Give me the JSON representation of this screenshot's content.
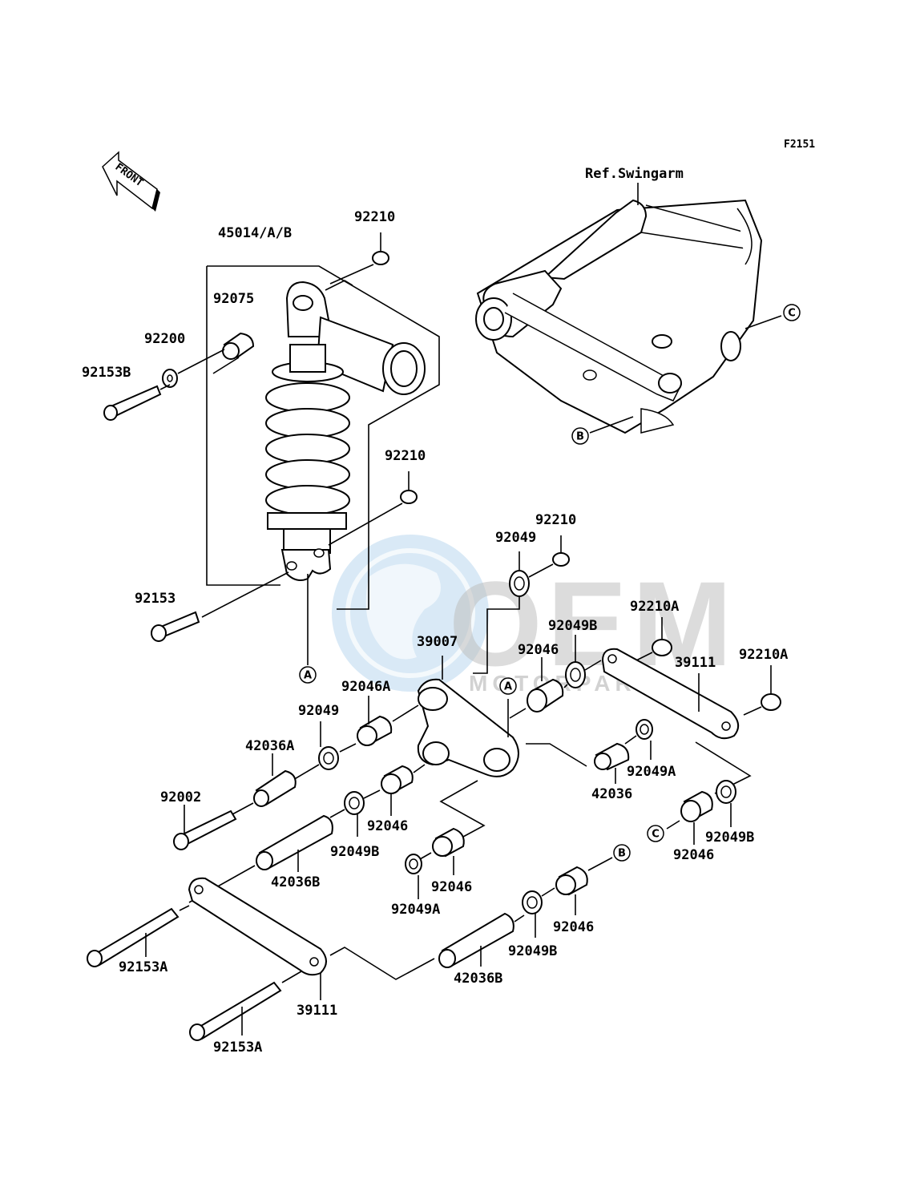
{
  "figure_code": "F2151",
  "front_label": "FRONT",
  "reference": "Ref.Swingarm",
  "watermark": {
    "brand": "OEM",
    "sub": "MOTORPARTS",
    "color_blue": "#3a8fd1",
    "color_grey": "#8a8a8a"
  },
  "callouts": {
    "A": "A",
    "B": "B",
    "C": "C"
  },
  "labels": {
    "p45014": "45014/A/B",
    "p92210_top": "92210",
    "p92075": "92075",
    "p92200": "92200",
    "p92153B": "92153B",
    "p92210_mid": "92210",
    "p92153": "92153",
    "p92210_r": "92210",
    "p92049_top": "92049",
    "p92210A_top": "92210A",
    "p92049B_top": "92049B",
    "p39007": "39007",
    "p92046_top": "92046",
    "p39111_r": "39111",
    "p92210A_r": "92210A",
    "p92046A": "92046A",
    "p92049_l": "92049",
    "p42036A": "42036A",
    "p92002": "92002",
    "p92046_mid": "92046",
    "p92049B_mid": "92049B",
    "p42036B_l": "42036B",
    "p92046_low": "92046",
    "p92049A_low": "92049A",
    "p42036": "42036",
    "p92049A_r": "92049A",
    "p92049B_r": "92049B",
    "p92046_r": "92046",
    "p92046_b": "92046",
    "p92049B_b": "92049B",
    "p42036B_b": "42036B",
    "p92153A_1": "92153A",
    "p39111_b": "39111",
    "p92153A_2": "92153A"
  }
}
